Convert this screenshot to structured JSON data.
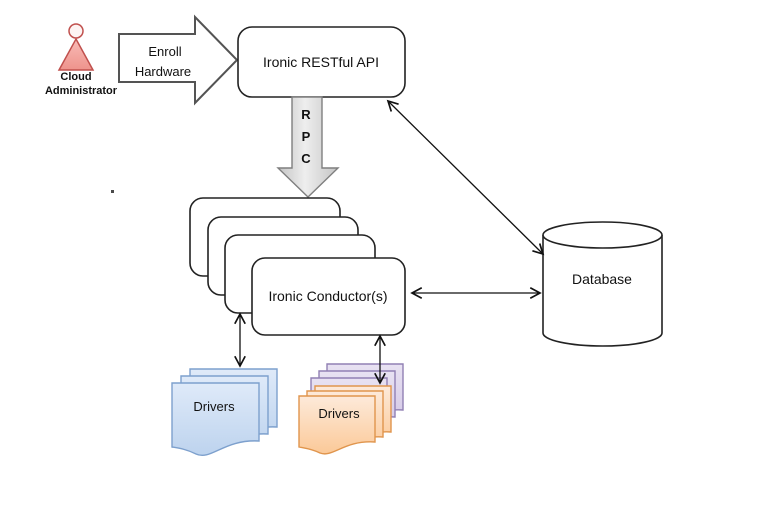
{
  "diagram": {
    "admin": {
      "line1": "Cloud",
      "line2": "Administrator"
    },
    "enroll_arrow": {
      "line1": "Enroll",
      "line2": "Hardware"
    },
    "api": {
      "label": "Ironic RESTful API"
    },
    "rpc": {
      "l0": "R",
      "l1": "P",
      "l2": "C"
    },
    "conductors": {
      "label": "Ironic Conductor(s)"
    },
    "database": {
      "label": "Database"
    },
    "drivers_left": {
      "label": "Drivers"
    },
    "drivers_right": {
      "label": "Drivers"
    }
  },
  "colors": {
    "outline": "#222222",
    "admin_stroke": "#c0504d",
    "admin_fill": "#f2a49e",
    "enroll_border": "#545454",
    "rpc_border": "#7f7f7f",
    "rpc_fill": "#d9d9d9",
    "blue_fill_top": "#dfeaf9",
    "blue_fill_bottom": "#c3d8f0",
    "blue_border": "#7da0cd",
    "orange_fill_top": "#fdeada",
    "orange_fill_bottom": "#fbc998",
    "orange_border": "#e0954d",
    "purple_fill": "#e0d8ed",
    "purple_border": "#9180b4"
  }
}
